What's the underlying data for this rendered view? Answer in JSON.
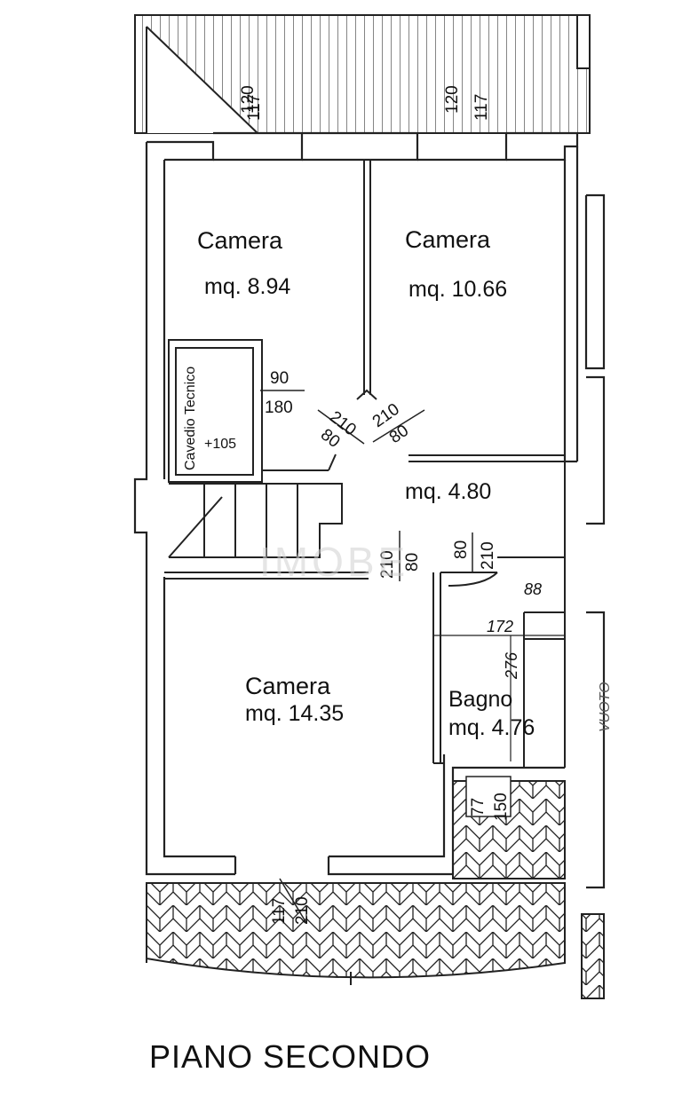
{
  "plan_title": "PIANO SECONDO",
  "watermark": "IMOBE",
  "rooms": {
    "camera_tl": {
      "label": "Camera",
      "area": "mq. 8.94"
    },
    "camera_tr": {
      "label": "Camera",
      "area": "mq. 10.66"
    },
    "camera_bl": {
      "label": "Camera",
      "area": "mq. 14.35"
    },
    "hall": {
      "area": "mq. 4.80"
    },
    "bagno": {
      "label": "Bagno",
      "area": "mq. 4.76"
    },
    "cavedio": {
      "label": "Cavedio Tecnico",
      "level": "+105"
    }
  },
  "dimensions": {
    "win_tl_a": "120",
    "win_tl_b": "117",
    "win_tr_a": "120",
    "win_tr_b": "117",
    "cav_a": "90",
    "cav_b": "180",
    "door_l_a": "210",
    "door_l_b": "80",
    "door_r_a": "210",
    "door_r_b": "80",
    "door_bl_a": "210",
    "door_bl_b": "80",
    "door_ba_a": "80",
    "door_ba_b": "210",
    "bath_88": "88",
    "bath_172": "172",
    "bath_276": "276",
    "bal_77": "77",
    "bal_150": "150",
    "win_bl_a": "117",
    "win_bl_b": "210"
  },
  "side_note": "VUOTO"
}
